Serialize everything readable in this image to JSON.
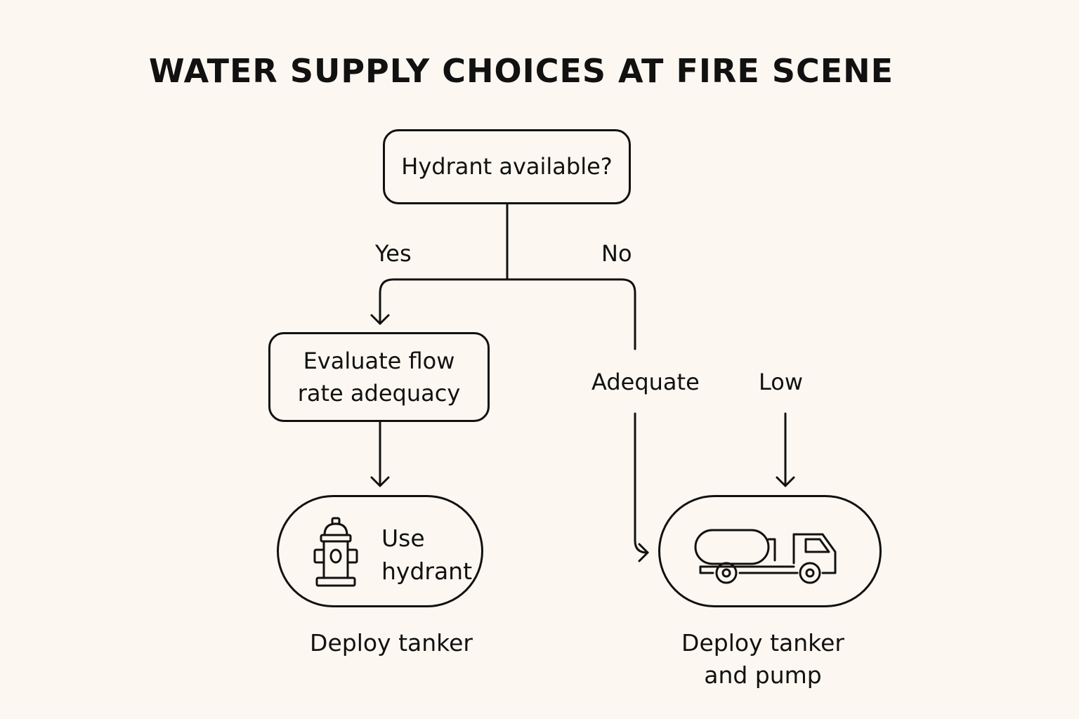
{
  "title": "WATER SUPPLY CHOICES AT FIRE SCENE",
  "nodes": {
    "decision": "Hydrant available?",
    "evaluate": {
      "line1": "Evaluate flow",
      "line2": "rate adequacy"
    },
    "use_hydrant": {
      "line1": "Use",
      "line2": "hydrant",
      "icon": "fire-hydrant-icon"
    },
    "tanker": {
      "icon": "tanker-truck-icon"
    }
  },
  "edge_labels": {
    "yes": "Yes",
    "no": "No",
    "adequate": "Adequate",
    "low": "Low"
  },
  "captions": {
    "deploy_tanker": "Deploy tanker",
    "deploy_tanker_and_pump": {
      "line1": "Deploy tanker",
      "line2": "and pump"
    }
  },
  "colors": {
    "background": "#fdf7f1",
    "ink": "#111111"
  }
}
